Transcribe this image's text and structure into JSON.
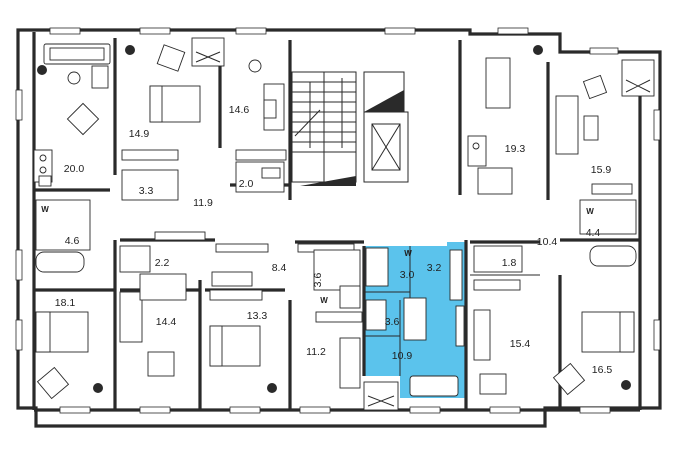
{
  "colors": {
    "highlight": "#5bc3ec",
    "wall": "#2a2a2a",
    "background": "#ffffff"
  },
  "rooms": [
    {
      "id": "r20_0",
      "area": "20.0"
    },
    {
      "id": "r14_9",
      "area": "14.9"
    },
    {
      "id": "r14_6",
      "area": "14.6"
    },
    {
      "id": "r3_3",
      "area": "3.3"
    },
    {
      "id": "r2_0",
      "area": "2.0"
    },
    {
      "id": "r11_9",
      "area": "11.9"
    },
    {
      "id": "r4_6",
      "area": "4.6"
    },
    {
      "id": "r19_3",
      "area": "19.3"
    },
    {
      "id": "r15_9",
      "area": "15.9"
    },
    {
      "id": "r10_4",
      "area": "10.4"
    },
    {
      "id": "r4_4",
      "area": "4.4"
    },
    {
      "id": "r2_2",
      "area": "2.2"
    },
    {
      "id": "r8_4",
      "area": "8.4"
    },
    {
      "id": "r3_6a",
      "area": "3.6"
    },
    {
      "id": "r3_0",
      "area": "3.0"
    },
    {
      "id": "r3_2",
      "area": "3.2"
    },
    {
      "id": "r1_8",
      "area": "1.8"
    },
    {
      "id": "r18_1",
      "area": "18.1"
    },
    {
      "id": "r14_4",
      "area": "14.4"
    },
    {
      "id": "r13_3",
      "area": "13.3"
    },
    {
      "id": "r11_2",
      "area": "11.2"
    },
    {
      "id": "r3_6b",
      "area": "3.6"
    },
    {
      "id": "r10_9",
      "area": "10.9"
    },
    {
      "id": "r15_4",
      "area": "15.4"
    },
    {
      "id": "r16_5",
      "area": "16.5"
    }
  ],
  "washer_marks": [
    {
      "id": "w1",
      "text": "W"
    },
    {
      "id": "w2",
      "text": "W"
    },
    {
      "id": "w3",
      "text": "W"
    },
    {
      "id": "w4",
      "text": "W"
    }
  ]
}
